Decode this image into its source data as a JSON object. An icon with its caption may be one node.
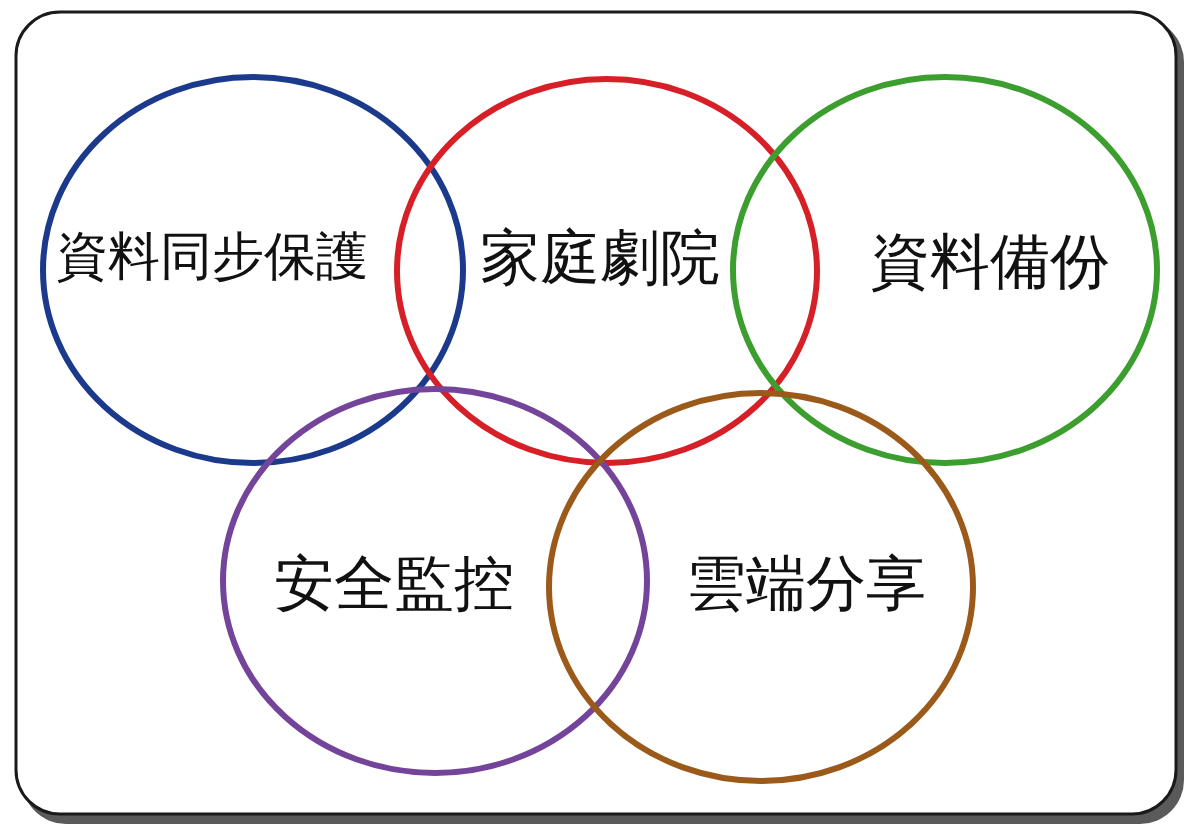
{
  "diagram": {
    "nodes": [
      {
        "text": [
          "資料同步保護"
        ]
      },
      {
        "text": [
          "家庭劇院"
        ]
      },
      {
        "text": [
          "資料備份"
        ]
      },
      {
        "text": [
          "安全監控"
        ]
      },
      {
        "text": [
          "雲端分享"
        ]
      }
    ]
  }
}
